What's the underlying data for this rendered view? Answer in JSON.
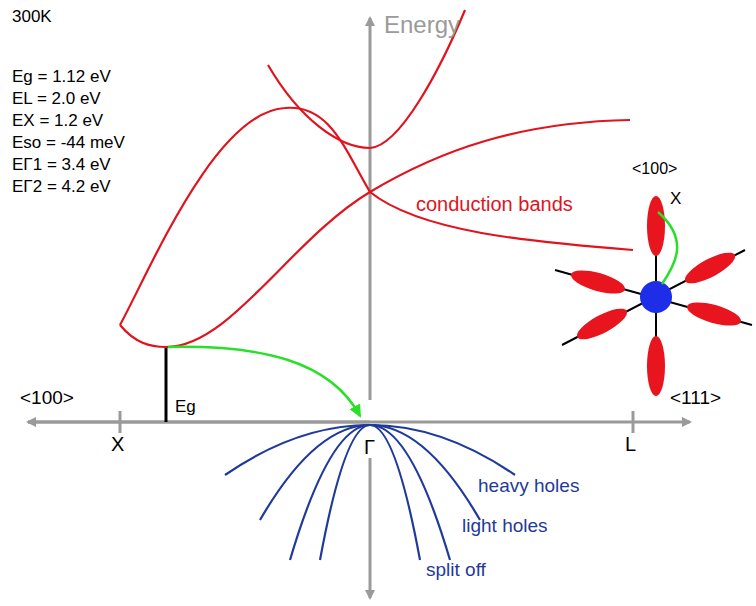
{
  "diagram": {
    "labels": [
      "300K",
      "Eg = 1.12 eV",
      "EL = 2.0 eV",
      "EX = 1.2 eV",
      "Eso = -44 meV",
      "EΓ1 = 3.4 eV",
      "EΓ2 = 4.2 eV",
      "Energy",
      "conduction bands",
      "<100>",
      "X",
      "<100>",
      "<111>",
      "X",
      "Eg",
      "Γ",
      "L",
      "heavy holes",
      "light holes",
      "split off"
    ]
  }
}
